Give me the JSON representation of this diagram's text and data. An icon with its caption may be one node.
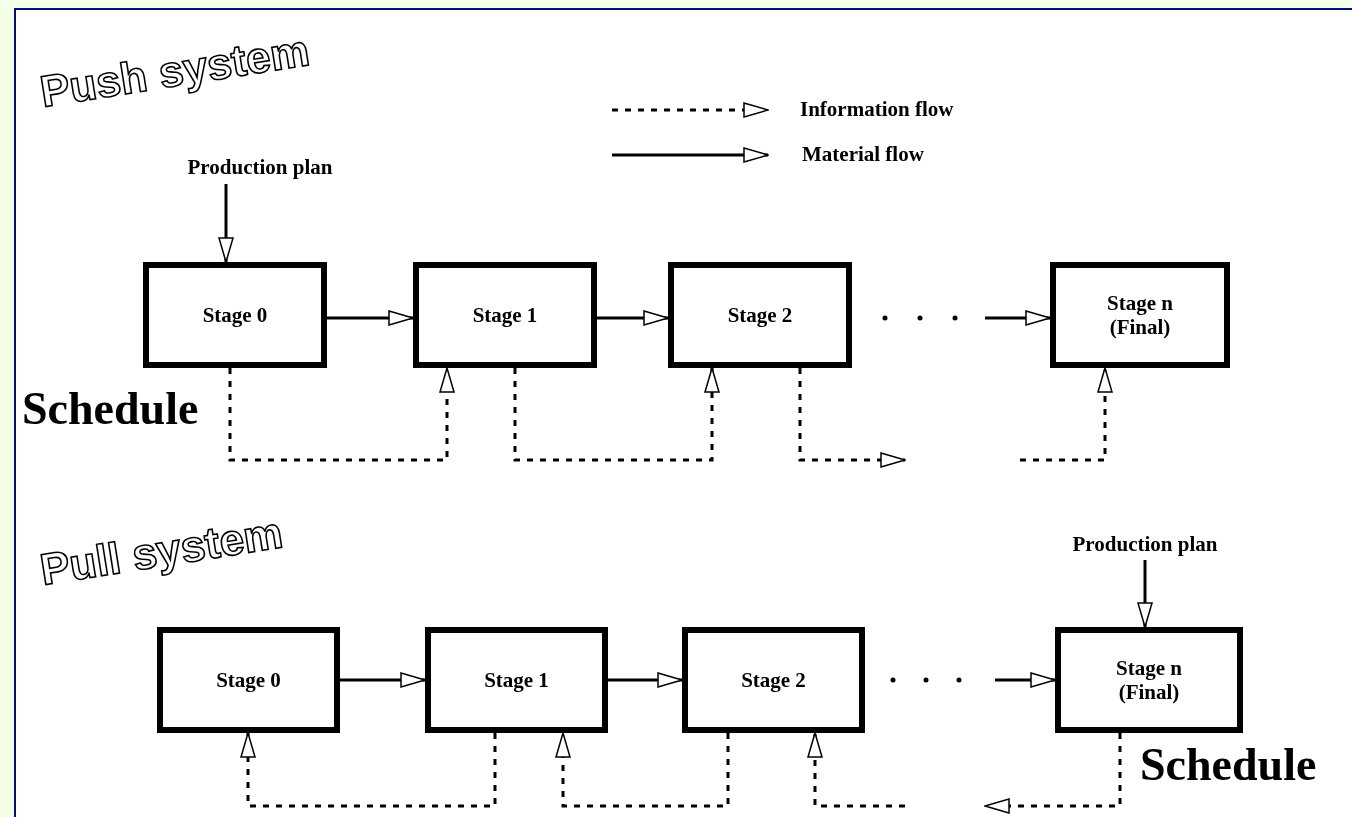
{
  "diagram": {
    "nodes": [
      {
        "text": [
          "Production plan"
        ]
      },
      {
        "text": [
          "Stage 0"
        ]
      },
      {
        "text": [
          "Stage 1"
        ]
      },
      {
        "text": [
          "Stage 2"
        ]
      },
      {
        "text": [
          "Stage n (Final)"
        ]
      },
      {
        "text": [
          "Production plan"
        ]
      },
      {
        "text": [
          "Stage 0"
        ]
      },
      {
        "text": [
          "Stage 1"
        ]
      },
      {
        "text": [
          "Stage 2"
        ]
      },
      {
        "text": [
          "Stage n (Final)"
        ]
      }
    ],
    "edges": [
      {
        "from": 0,
        "to": 1,
        "arrow": "to"
      },
      {
        "from": 1,
        "to": 2,
        "arrow": "to"
      },
      {
        "from": 2,
        "to": 3,
        "arrow": "to"
      },
      {
        "from": null,
        "to": 4,
        "arrow": "to"
      },
      {
        "from": 1,
        "to": 2,
        "arrow": "to",
        "style": "dashed"
      },
      {
        "from": 2,
        "to": 3,
        "arrow": "to",
        "style": "dashed"
      },
      {
        "from": 3,
        "to": null,
        "arrow": "to",
        "style": "dashed"
      },
      {
        "from": null,
        "to": 4,
        "arrow": "to",
        "style": "dashed"
      },
      {
        "from": 5,
        "to": 9,
        "arrow": "to"
      },
      {
        "from": 6,
        "to": 7,
        "arrow": "to"
      },
      {
        "from": 7,
        "to": 8,
        "arrow": "to"
      },
      {
        "from": null,
        "to": 9,
        "arrow": "to"
      },
      {
        "from": 7,
        "to": 6,
        "arrow": "to",
        "style": "dashed"
      },
      {
        "from": 8,
        "to": 7,
        "arrow": "to",
        "style": "dashed"
      },
      {
        "from": null,
        "to": 8,
        "arrow": "to",
        "style": "dashed"
      },
      {
        "from": 9,
        "to": null,
        "arrow": "to",
        "style": "dashed"
      }
    ],
    "labels": [
      "Push system",
      "Schedule",
      "Pull system",
      "Schedule"
    ],
    "legend": [
      {
        "text": "Information flow"
      },
      {
        "text": "Material flow"
      }
    ]
  }
}
